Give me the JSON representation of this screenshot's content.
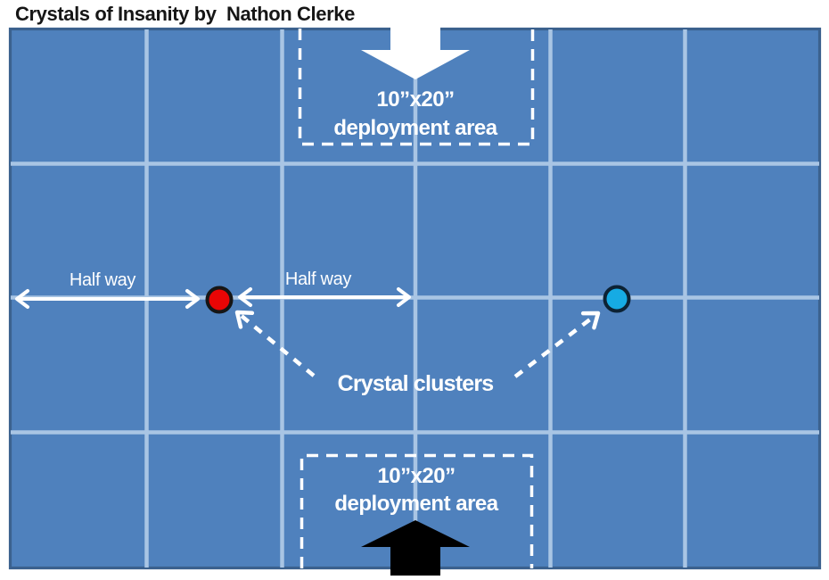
{
  "title": "Crystals of Insanity by  Nathon Clerke",
  "board": {
    "grid_columns": 6,
    "grid_rows": 4
  },
  "colors": {
    "board_fill": "#4f81bd",
    "board_border": "#3b618e",
    "grid_line": "#a9c5e4",
    "dash_white": "#ffffff",
    "arrow_white": "#ffffff",
    "arrow_black": "#000000",
    "text_white": "#ffffff",
    "red_crystal_fill": "#e90505",
    "red_crystal_outline": "#161616",
    "cyan_crystal_fill": "#16abe4",
    "cyan_crystal_outline": "#0c2234"
  },
  "deployment_areas": {
    "top": {
      "size_label": "10”x20”",
      "area_label": "deployment area"
    },
    "bottom": {
      "size_label": "10”x20”",
      "area_label": "deployment area"
    }
  },
  "labels": {
    "half_way_left": "Half way",
    "half_way_right": "Half way",
    "crystal_clusters": "Crystal clusters"
  }
}
